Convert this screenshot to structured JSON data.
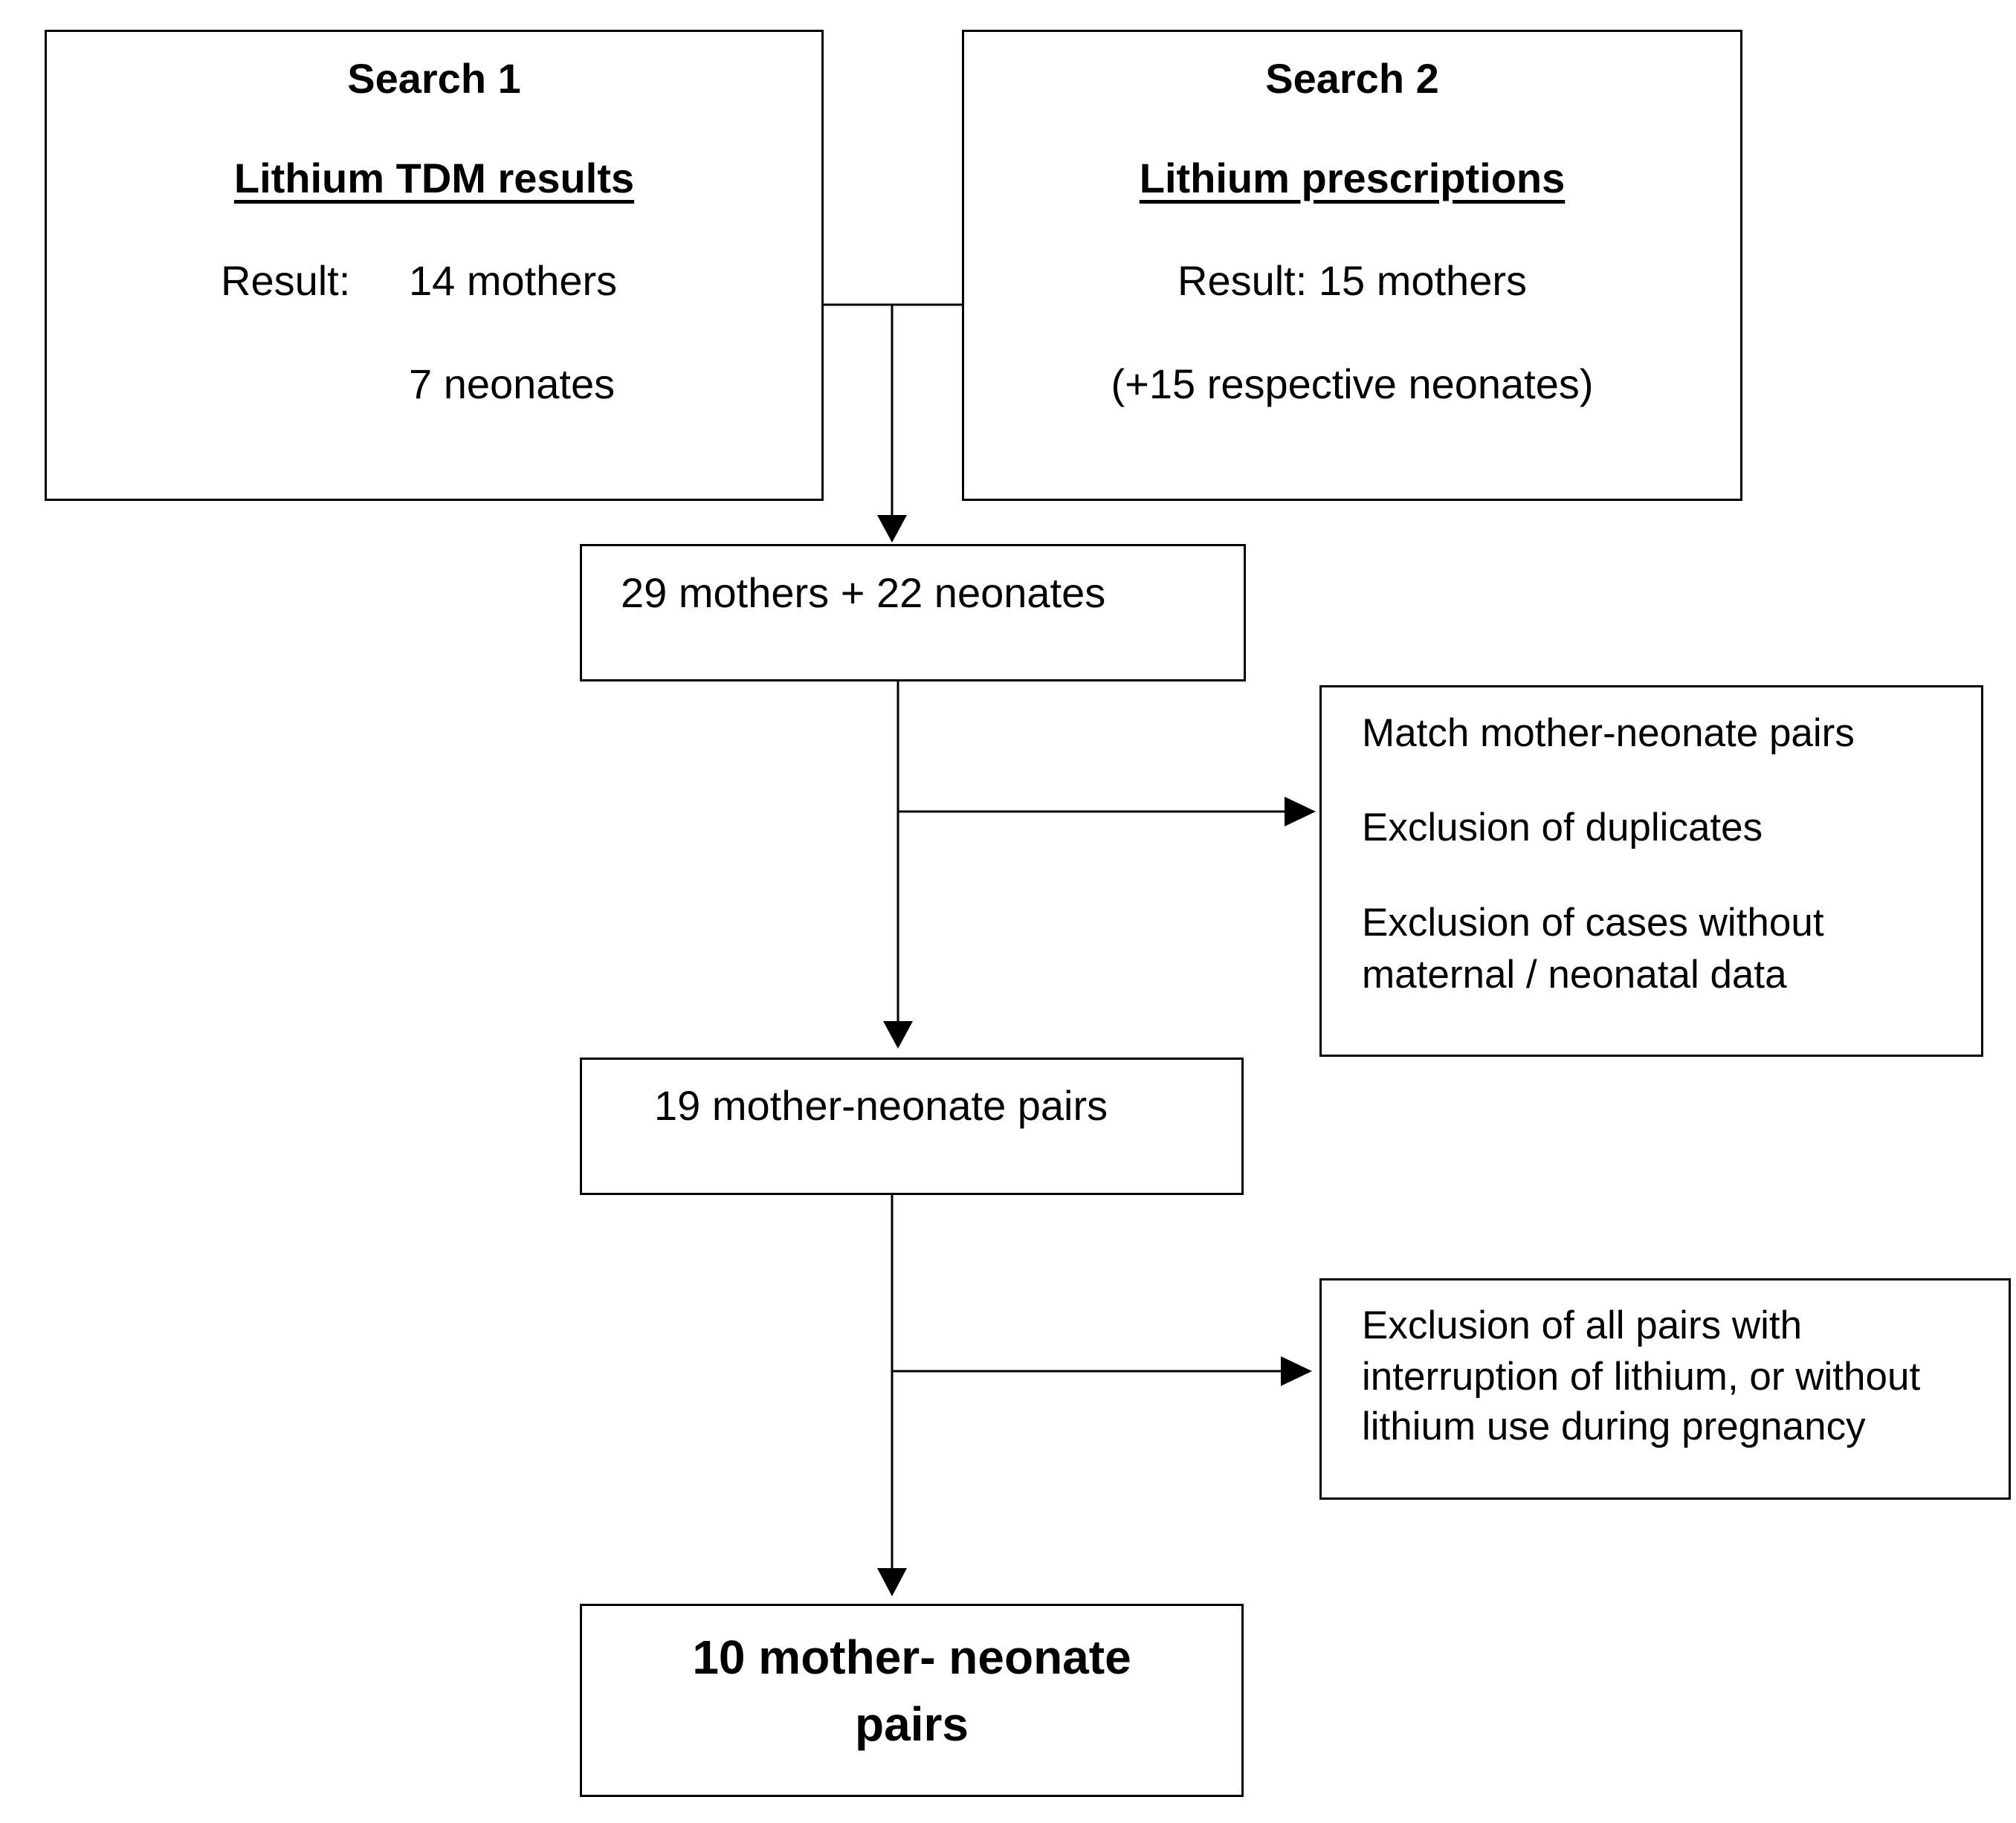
{
  "search1": {
    "title": "Search 1",
    "subtitle": "Lithium TDM results",
    "result_label": "Result:",
    "result_mothers": "14 mothers",
    "result_neonates": "7 neonates"
  },
  "search2": {
    "title": "Search 2",
    "subtitle": "Lithium prescriptions",
    "result_line": "Result: 15 mothers",
    "result_neonates": "(+15 respective neonates)"
  },
  "combined": {
    "text": "29 mothers + 22 neonates"
  },
  "exclusion1": {
    "line1": "Match mother-neonate pairs",
    "line2": "Exclusion of duplicates",
    "line3a": "Exclusion of cases without",
    "line3b": "maternal / neonatal data"
  },
  "pairs19": {
    "text": "19 mother-neonate pairs"
  },
  "exclusion2": {
    "line1": "Exclusion of all pairs with",
    "line2": "interruption of lithium, or without",
    "line3": "lithium use during pregnancy"
  },
  "final": {
    "line1": "10 mother- neonate",
    "line2": "pairs"
  },
  "colors": {
    "stroke": "#000000",
    "background": "#ffffff"
  }
}
